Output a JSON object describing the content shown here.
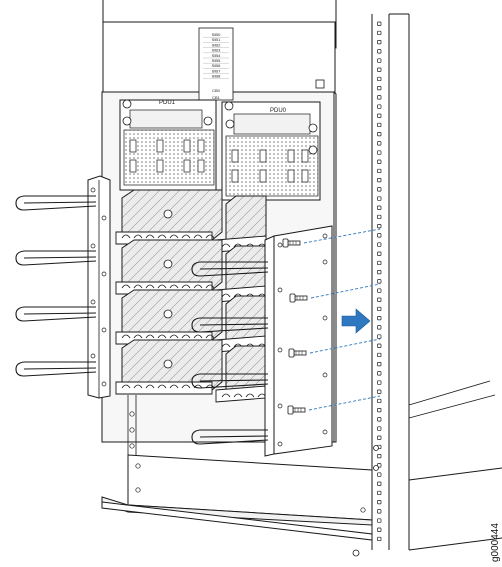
{
  "labels": {
    "pdu_left": "PDU1",
    "pdu_right": "PDU0",
    "slot_top": "CB0",
    "slot_bottom": "CB1",
    "slots": [
      "SIB0",
      "SIB1",
      "SIB2",
      "SIB3",
      "SIB4",
      "SIB5",
      "SIB6",
      "SIB7",
      "SIB8"
    ],
    "figure_id": "g000444"
  },
  "colors": {
    "line": "#1a1a1a",
    "panel": "#f2f2f2",
    "arrow": "#2e78c2",
    "dash": "#2e78c2"
  },
  "icons": [
    "arrow-right-icon"
  ]
}
